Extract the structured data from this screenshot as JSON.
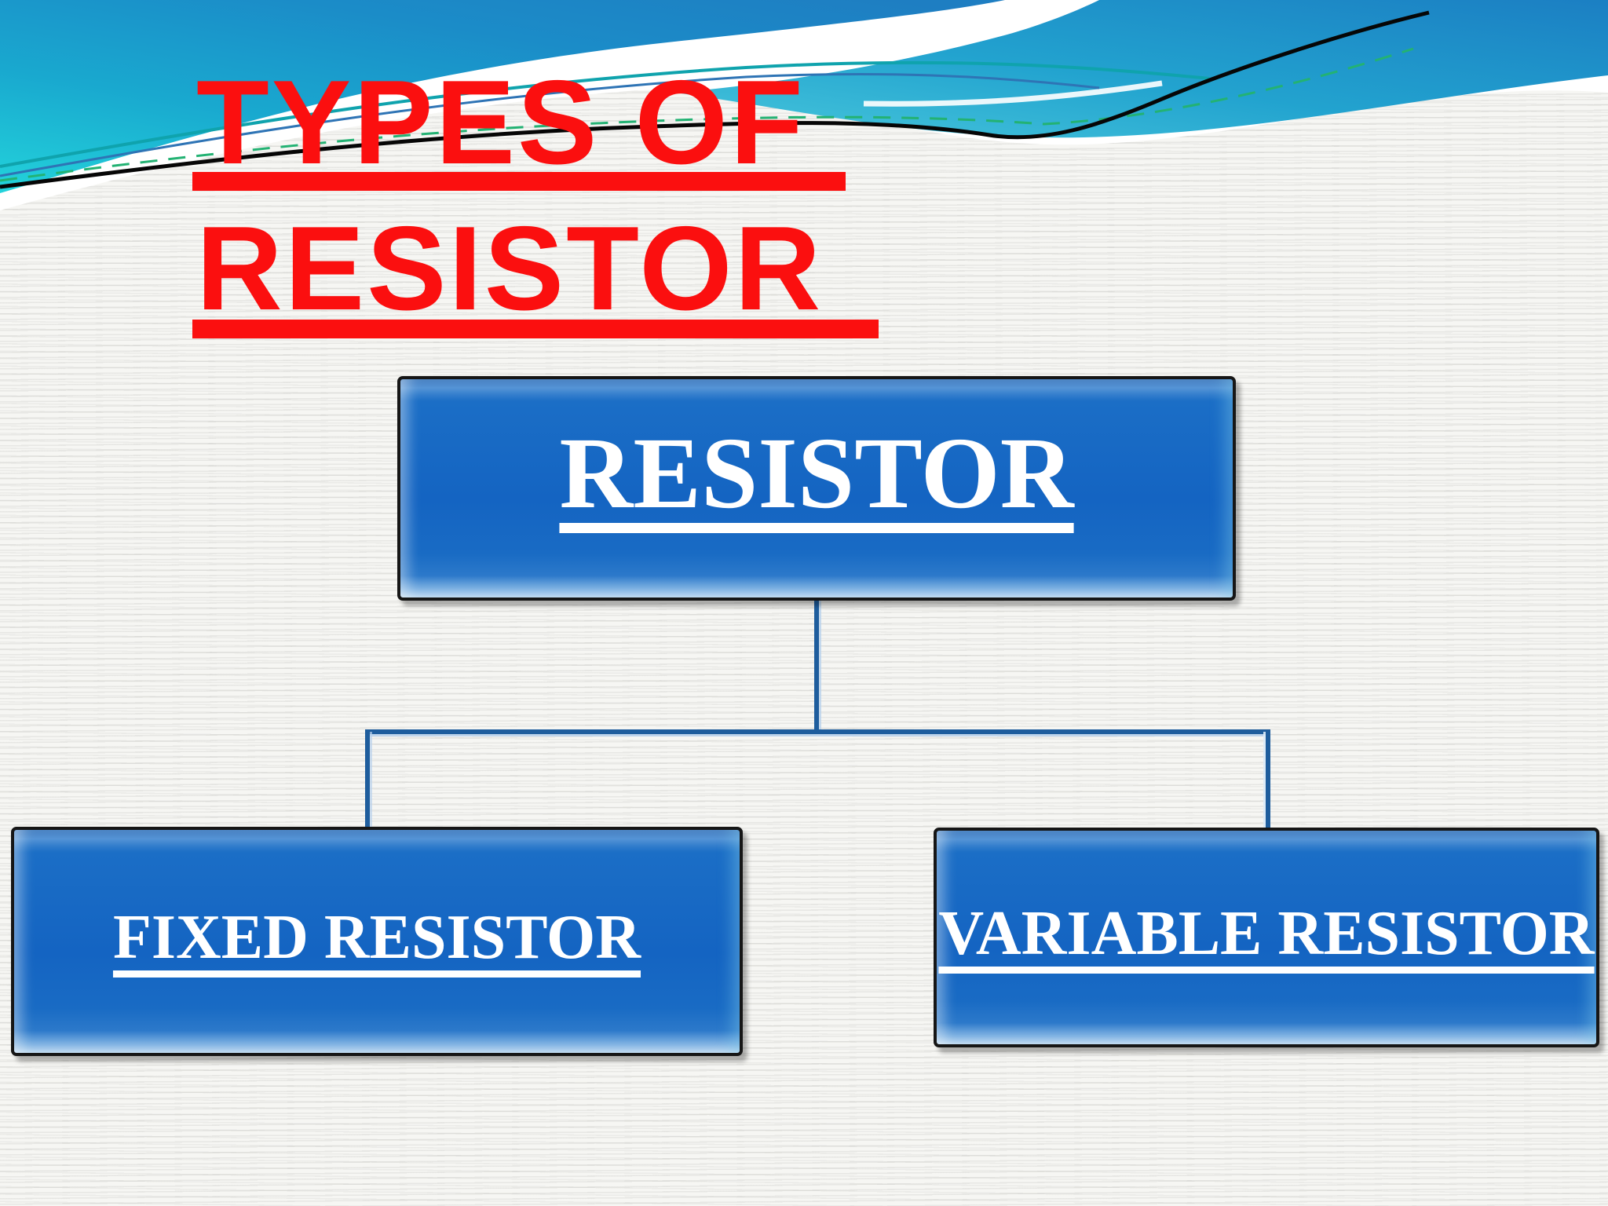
{
  "slide": {
    "title": {
      "line1": "TYPES OF",
      "line2": "RESISTOR"
    },
    "hierarchy": {
      "root": {
        "label": "RESISTOR"
      },
      "children": [
        {
          "label": "FIXED RESISTOR"
        },
        {
          "label": "VARIABLE RESISTOR"
        }
      ]
    },
    "colors": {
      "title_red": "#fb0f0f",
      "node_fill": "#1465c2",
      "node_border": "#161616",
      "node_text": "#ffffff",
      "connector_blue": "#1e5d9d",
      "wave_teal_light": "#23d3db",
      "wave_teal_mid": "#1ea6cf",
      "wave_teal_dark": "#1b7fc3",
      "background": "#f6f6f3"
    }
  }
}
